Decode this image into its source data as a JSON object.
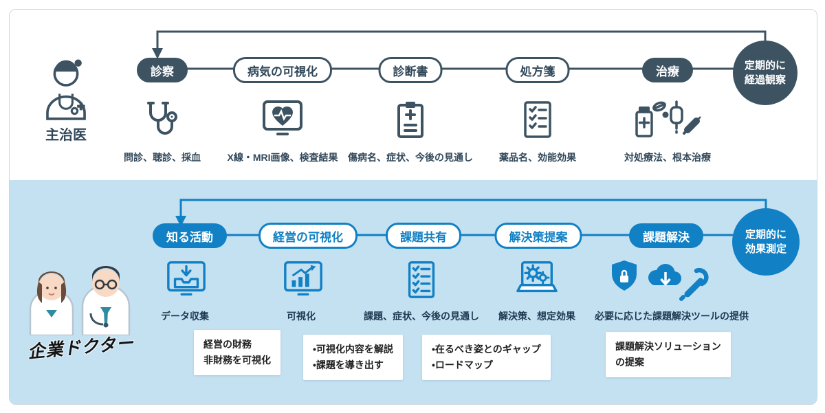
{
  "colors": {
    "dark": "#3d5362",
    "blue": "#1180c4",
    "panel_blue": "#c4e1f2"
  },
  "medical": {
    "actor": "主治医",
    "loop": "定期的に\n経過観察",
    "steps": [
      {
        "label": "診察",
        "caption": "問診、聴診、採血",
        "icon": "stethoscope-icon"
      },
      {
        "label": "病気の可視化",
        "caption": "X線・MRI画像、検査結果",
        "icon": "monitor-heart-icon"
      },
      {
        "label": "診断書",
        "caption": "傷病名、症状、今後の見通し",
        "icon": "clipboard-plus-icon"
      },
      {
        "label": "処方箋",
        "caption": "薬品名、効能効果",
        "icon": "checklist-icon"
      },
      {
        "label": "治療",
        "caption": "対処療法、根本治療",
        "icon": "medicine-icon"
      }
    ]
  },
  "business": {
    "actor": "企業ドクター",
    "loop": "定期的に\n効果測定",
    "steps": [
      {
        "label": "知る活動",
        "caption": "データ収集",
        "icon": "data-collect-icon"
      },
      {
        "label": "経営の可視化",
        "caption": "可視化",
        "icon": "chart-monitor-icon"
      },
      {
        "label": "課題共有",
        "caption": "課題、症状、今後の見通し",
        "icon": "checklist-icon"
      },
      {
        "label": "解決策提案",
        "caption": "解決策、想定効果",
        "icon": "laptop-gears-icon"
      },
      {
        "label": "課題解決",
        "caption": "必要に応じた課題解決ツールの提供",
        "icon": "shield-cloud-wrench-icon"
      }
    ],
    "notes": [
      "経営の財務\n非財務を可視化",
      "•可視化内容を解説\n•課題を導き出す",
      "•在るべき姿とのギャップ\n•ロードマップ",
      "課題解決ソリューション\nの提案"
    ]
  }
}
